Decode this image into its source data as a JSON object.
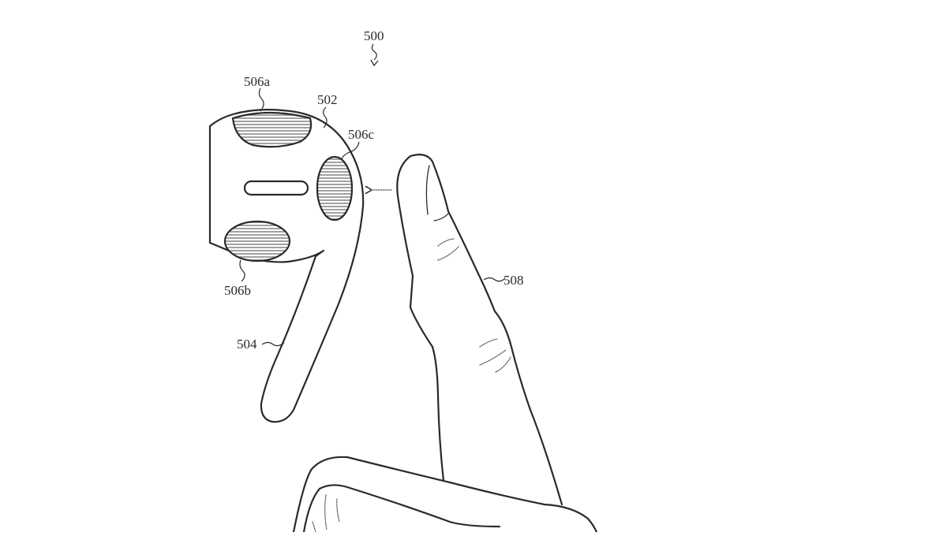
{
  "figure": {
    "ref_numerals": {
      "figure": "500",
      "earbud_housing": "502",
      "stem": "504",
      "sensor_a": "506a",
      "sensor_b": "506b",
      "sensor_c": "506c",
      "finger": "508"
    },
    "colors": {
      "line": "#2a2a2a",
      "hatch": "#7a7a7a",
      "background": "#ffffff"
    }
  }
}
